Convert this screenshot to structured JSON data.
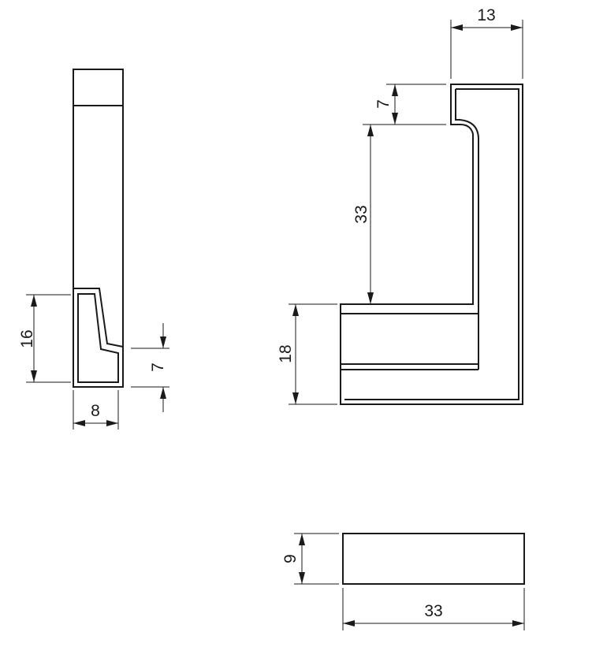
{
  "dimensions": {
    "side_height": "16",
    "side_step": "7",
    "side_width": "8",
    "front_width": "13",
    "front_top_step": "7",
    "front_opening": "33",
    "front_base_height": "18",
    "top_height": "9",
    "top_width": "33"
  },
  "colors": {
    "line": "#1a1a1a",
    "background": "#ffffff"
  }
}
